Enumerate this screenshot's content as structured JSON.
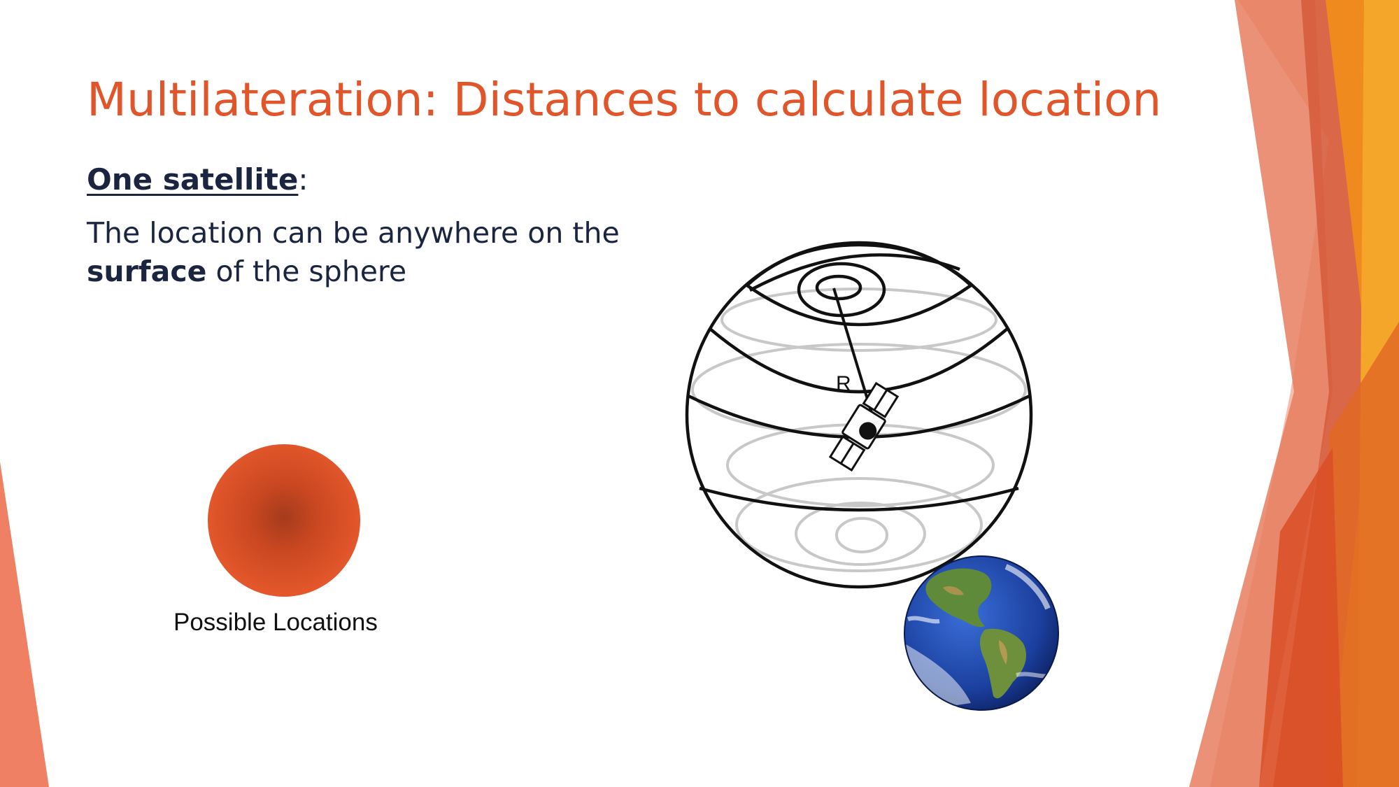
{
  "slide": {
    "title": "Multilateration: Distances to calculate location",
    "heading": "One satellite",
    "heading_suffix": ":",
    "body_line1": "The location can be anywhere on the",
    "body_bold": "surface",
    "body_rest": " of the sphere"
  },
  "figure": {
    "caption": "Possible Locations",
    "radius_label": "R"
  },
  "colors": {
    "title": "#e1552a",
    "text": "#1c2540",
    "accent_orange": "#e95a2b",
    "accent_gold": "#f19a1b"
  }
}
